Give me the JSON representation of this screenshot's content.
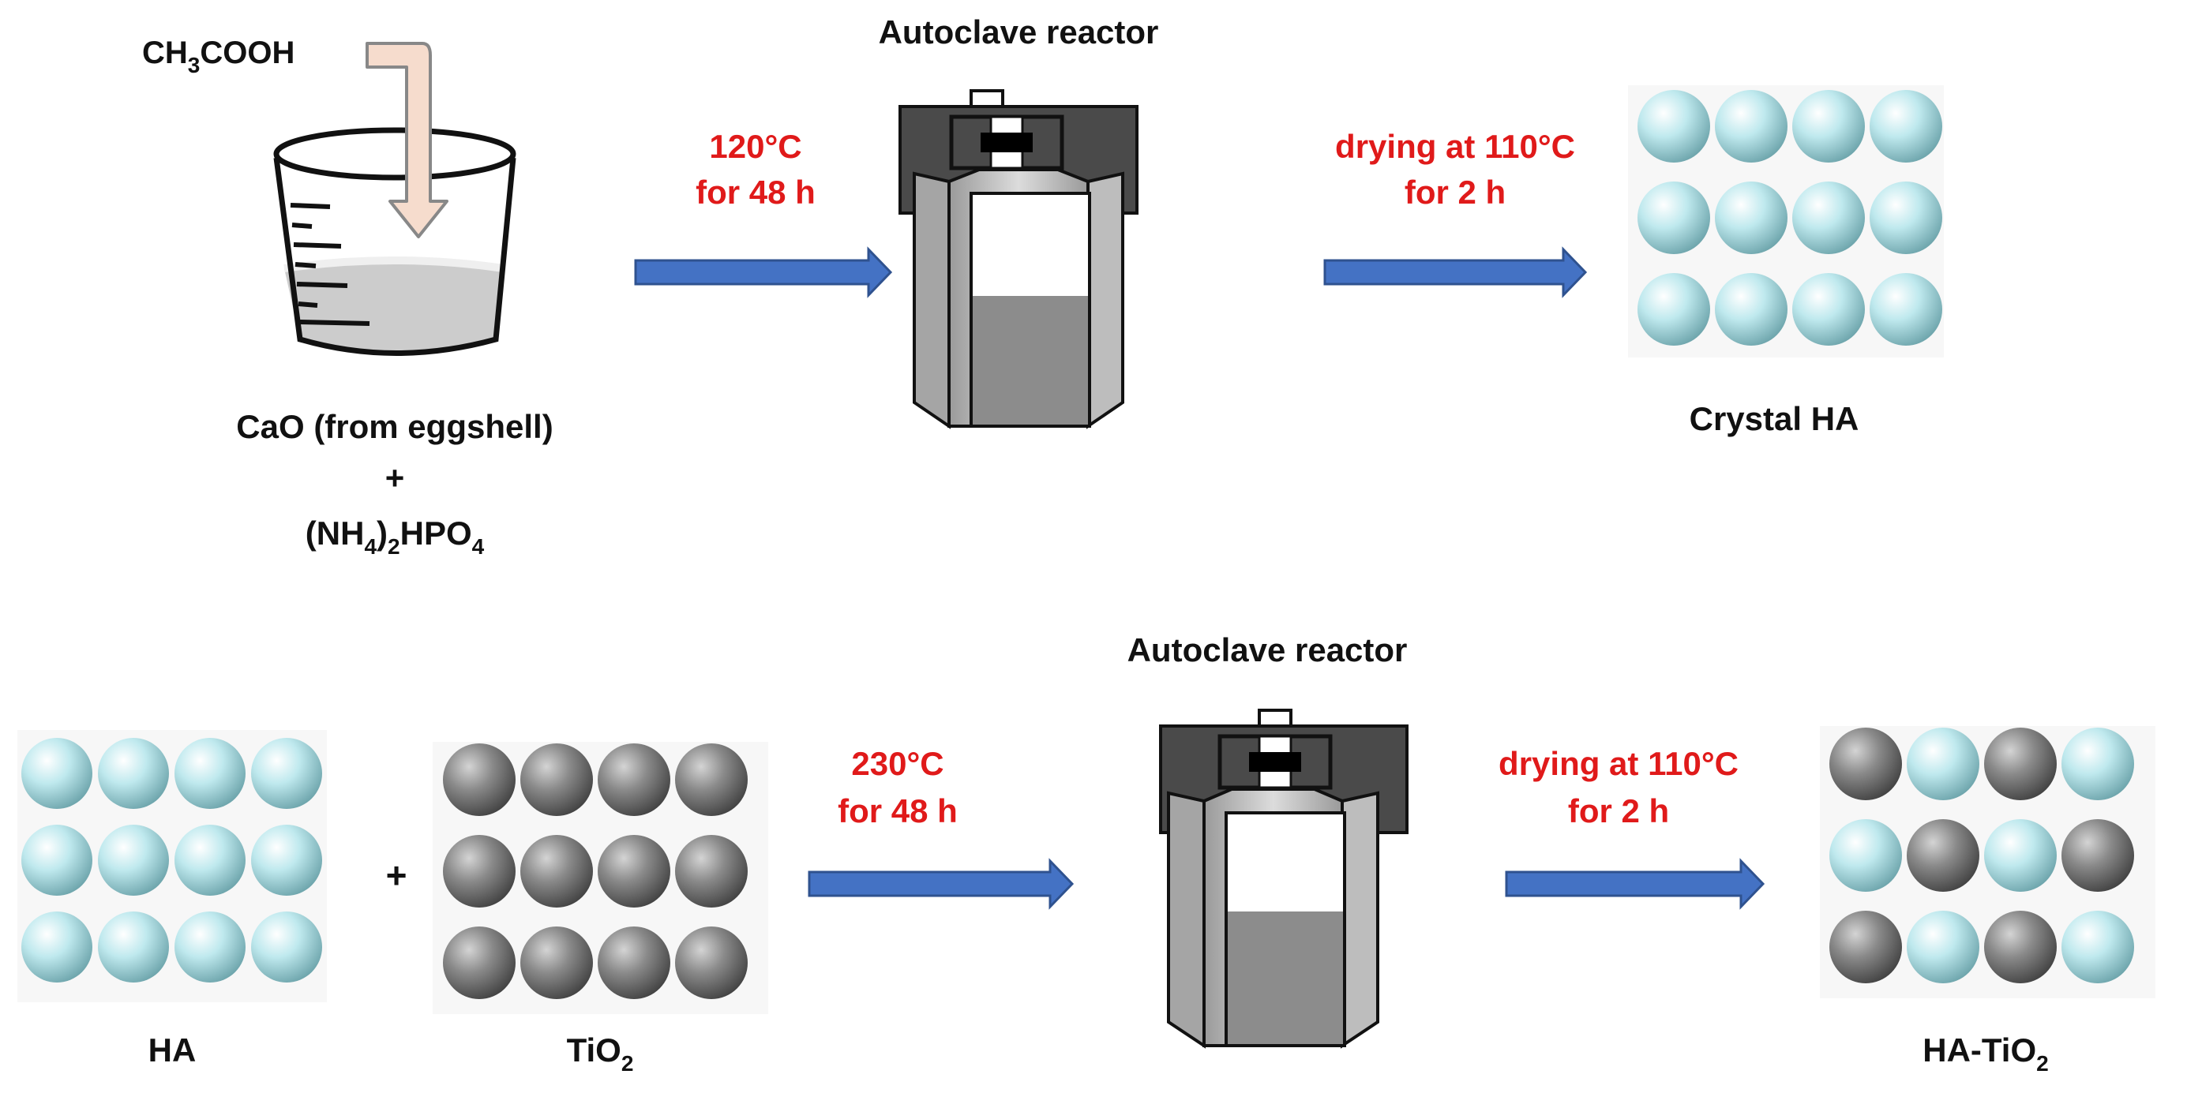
{
  "colors": {
    "condition_text": "#e01a1a",
    "arrow_blue": "#4472c4",
    "ha_sphere": "#bfe9ee",
    "tio2_sphere": "#8a8a8a",
    "reactor_cap": "#4a4a4a",
    "reactor_liquid": "#8c8c8c",
    "beaker_liquid": "#cccccc",
    "pipe_arrow": "#f6dccd"
  },
  "top": {
    "acid_label": {
      "base": "CH",
      "sub1": "3",
      "rest": "COOH"
    },
    "reactant_line1": "CaO (from eggshell)",
    "reactant_plus": "+",
    "reactant_line3": {
      "p1": "(NH",
      "s1": "4",
      "p2": ")",
      "s2": "2",
      "p3": "HPO",
      "s3": "4"
    },
    "step1_condition": [
      "120°C",
      "for 48 h"
    ],
    "reactor_title": "Autoclave reactor",
    "step2_condition": [
      "drying at 110°C",
      "for 2 h"
    ],
    "product_label": "Crystal HA",
    "product_grid": [
      [
        "HA",
        "HA",
        "HA",
        "HA"
      ],
      [
        "HA",
        "HA",
        "HA",
        "HA"
      ],
      [
        "HA",
        "HA",
        "HA",
        "HA"
      ]
    ]
  },
  "bottom": {
    "ha_label": "HA",
    "ha_grid": [
      [
        "HA",
        "HA",
        "HA",
        "HA"
      ],
      [
        "HA",
        "HA",
        "HA",
        "HA"
      ],
      [
        "HA",
        "HA",
        "HA",
        "HA"
      ]
    ],
    "plus": "+",
    "tio2_label": {
      "base": "TiO",
      "sub": "2"
    },
    "tio2_grid": [
      [
        "TiO2",
        "TiO2",
        "TiO2",
        "TiO2"
      ],
      [
        "TiO2",
        "TiO2",
        "TiO2",
        "TiO2"
      ],
      [
        "TiO2",
        "TiO2",
        "TiO2",
        "TiO2"
      ]
    ],
    "step1_condition": [
      "230°C",
      "for 48 h"
    ],
    "reactor_title": "Autoclave reactor",
    "step2_condition": [
      "drying at 110°C",
      "for 2 h"
    ],
    "product_label": {
      "base": "HA-TiO",
      "sub": "2"
    },
    "product_grid": [
      [
        "TiO2",
        "HA",
        "TiO2",
        "HA"
      ],
      [
        "HA",
        "TiO2",
        "HA",
        "TiO2"
      ],
      [
        "TiO2",
        "HA",
        "TiO2",
        "HA"
      ]
    ]
  }
}
